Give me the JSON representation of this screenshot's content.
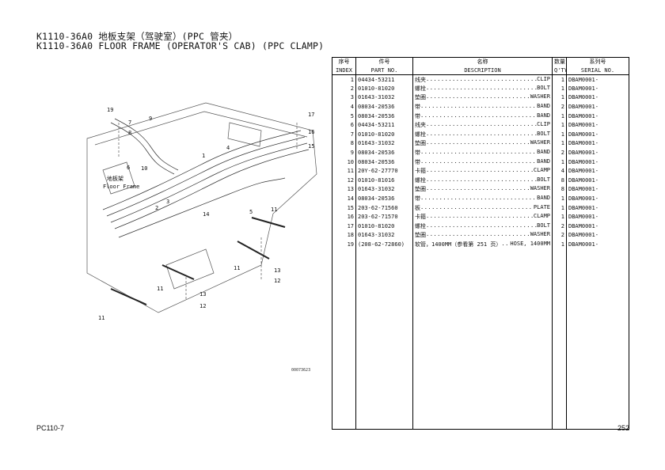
{
  "header": {
    "title_cn": "K1110-36A0 地板支架（驾驶室）(PPC 管夹）",
    "title_en": "K1110-36A0 FLOOR FRAME (OPERATOR'S CAB) (PPC CLAMP)"
  },
  "table": {
    "headers_cn": [
      "序号",
      "件号",
      "名称",
      "数量",
      "系列号"
    ],
    "headers_en": [
      "INDEX",
      "PART NO.",
      "DESCRIPTION",
      "Q'TY",
      "SERIAL NO."
    ],
    "rows": [
      {
        "index": "1",
        "part_no": "04434-53211",
        "name_cn": "线夹",
        "name_en": "CLIP",
        "qty": "1",
        "serial": "DBAM0001-"
      },
      {
        "index": "2",
        "part_no": "01010-81020",
        "name_cn": "螺栓",
        "name_en": "BOLT",
        "qty": "1",
        "serial": "DBAM0001-"
      },
      {
        "index": "3",
        "part_no": "01643-31032",
        "name_cn": "垫圈",
        "name_en": "WASHER",
        "qty": "1",
        "serial": "DBAM0001-"
      },
      {
        "index": "4",
        "part_no": "08034-20536",
        "name_cn": "带",
        "name_en": "BAND",
        "qty": "2",
        "serial": "DBAM0001-"
      },
      {
        "index": "5",
        "part_no": "08034-20536",
        "name_cn": "带",
        "name_en": "BAND",
        "qty": "1",
        "serial": "DBAM0001-"
      },
      {
        "index": "6",
        "part_no": "04434-53211",
        "name_cn": "线夹",
        "name_en": "CLIP",
        "qty": "1",
        "serial": "DBAM0001-"
      },
      {
        "index": "7",
        "part_no": "01010-81020",
        "name_cn": "螺栓",
        "name_en": "BOLT",
        "qty": "1",
        "serial": "DBAM0001-"
      },
      {
        "index": "8",
        "part_no": "01643-31032",
        "name_cn": "垫圈",
        "name_en": "WASHER",
        "qty": "1",
        "serial": "DBAM0001-"
      },
      {
        "index": "9",
        "part_no": "08034-20536",
        "name_cn": "带",
        "name_en": "BAND",
        "qty": "2",
        "serial": "DBAM0001-"
      },
      {
        "index": "10",
        "part_no": "08034-20536",
        "name_cn": "带",
        "name_en": "BAND",
        "qty": "1",
        "serial": "DBAM0001-"
      },
      {
        "index": "11",
        "part_no": "20Y-62-27770",
        "name_cn": "卡箍",
        "name_en": "CLAMP",
        "qty": "4",
        "serial": "DBAM0001-"
      },
      {
        "index": "12",
        "part_no": "01010-81016",
        "name_cn": "螺栓",
        "name_en": "BOLT",
        "qty": "8",
        "serial": "DBAM0001-"
      },
      {
        "index": "13",
        "part_no": "01643-31032",
        "name_cn": "垫圈",
        "name_en": "WASHER",
        "qty": "8",
        "serial": "DBAM0001-"
      },
      {
        "index": "14",
        "part_no": "08034-20536",
        "name_cn": "带",
        "name_en": "BAND",
        "qty": "1",
        "serial": "DBAM0001-"
      },
      {
        "index": "15",
        "part_no": "203-62-71560",
        "name_cn": "板",
        "name_en": "PLATE",
        "qty": "1",
        "serial": "DBAM0001-"
      },
      {
        "index": "16",
        "part_no": "203-62-71570",
        "name_cn": "卡箍",
        "name_en": "CLAMP",
        "qty": "1",
        "serial": "DBAM0001-"
      },
      {
        "index": "17",
        "part_no": "01010-81020",
        "name_cn": "螺栓",
        "name_en": "BOLT",
        "qty": "2",
        "serial": "DBAM0001-"
      },
      {
        "index": "18",
        "part_no": "01643-31032",
        "name_cn": "垫圈",
        "name_en": "WASHER",
        "qty": "2",
        "serial": "DBAM0001-"
      },
      {
        "index": "19",
        "part_no": "(208-62-72860)",
        "name_cn": "软管，1400MM（参看第 251 页）",
        "name_en": "HOSE, 1400MM",
        "qty": "1",
        "serial": "DBAM0001-"
      }
    ]
  },
  "diagram": {
    "floor_label_cn": "地板架",
    "floor_label_en": "Floor Frame",
    "drawing_no": "00073623",
    "callouts": [
      "19",
      "7",
      "8",
      "6",
      "9",
      "10",
      "1",
      "2",
      "3",
      "4",
      "14",
      "5",
      "11",
      "11",
      "11",
      "11",
      "17",
      "16",
      "15",
      "13",
      "12",
      "13",
      "12"
    ]
  },
  "footer": {
    "model": "PC110-7",
    "page": "252"
  }
}
